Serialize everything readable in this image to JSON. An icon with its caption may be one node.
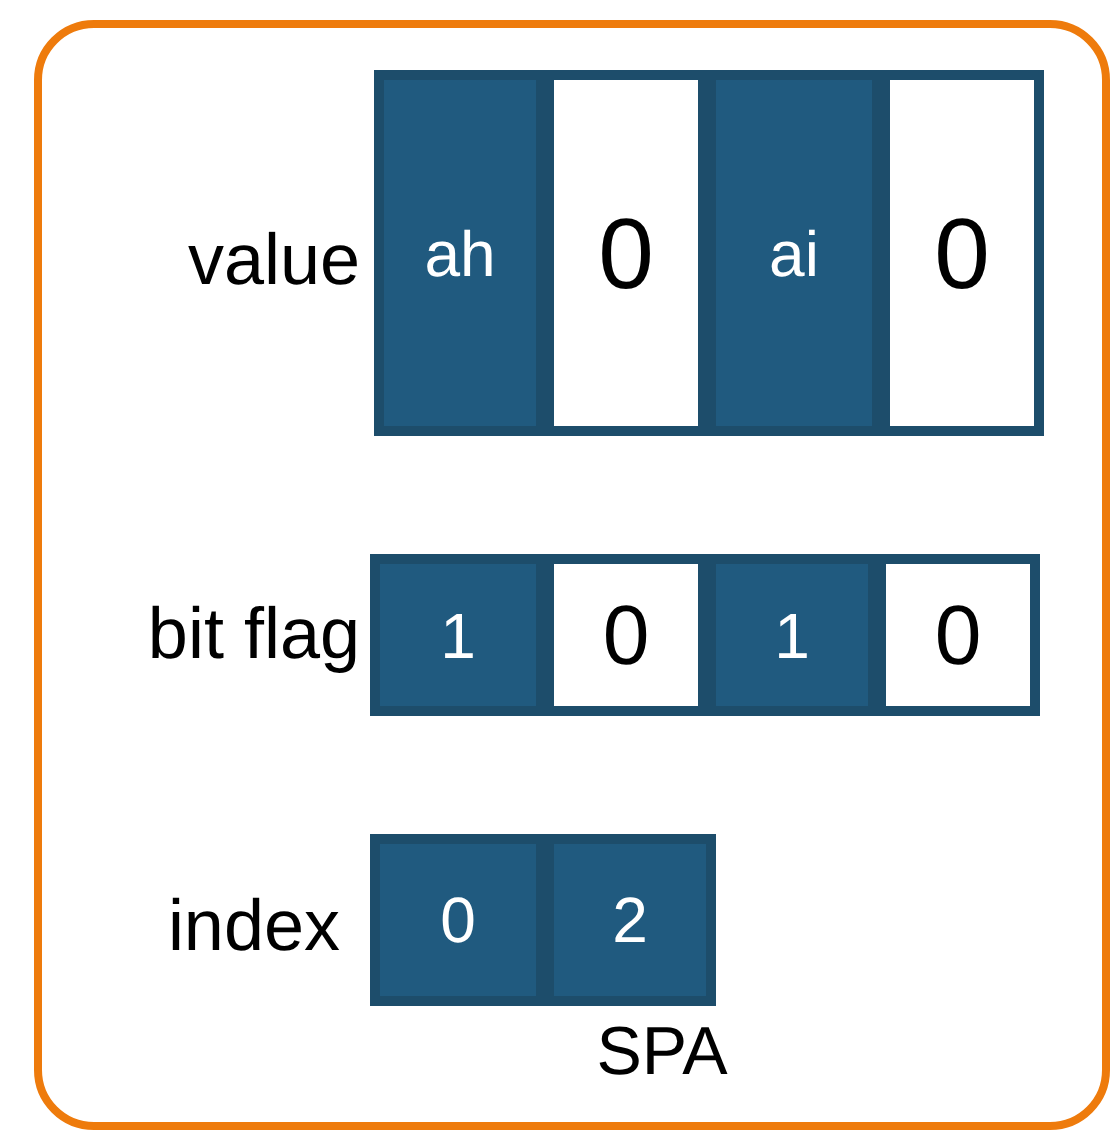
{
  "diagram": {
    "nodes": [
      {
        "text": [
          "SPA"
        ]
      },
      {
        "text": [
          "ah"
        ],
        "in": 0
      },
      {
        "text": [
          "0"
        ],
        "in": 0
      },
      {
        "text": [
          "ai"
        ],
        "in": 0
      },
      {
        "text": [
          "0"
        ],
        "in": 0
      },
      {
        "text": [
          "1"
        ],
        "in": 0
      },
      {
        "text": [
          "0"
        ],
        "in": 0
      },
      {
        "text": [
          "1"
        ],
        "in": 0
      },
      {
        "text": [
          "0"
        ],
        "in": 0
      },
      {
        "text": [
          "0"
        ],
        "in": 0
      },
      {
        "text": [
          "2"
        ],
        "in": 0
      }
    ],
    "labels": [
      "value",
      "bit flag",
      "index"
    ]
  }
}
